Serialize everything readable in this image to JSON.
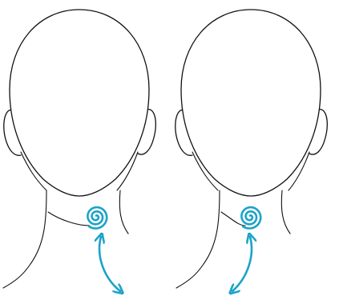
{
  "figure": {
    "panels": [
      {
        "view": "back-of-head",
        "motion": "circular-rotation",
        "arrow_direction": "down-right"
      },
      {
        "view": "back-of-head",
        "motion": "circular-rotation",
        "arrow_direction": "down-left"
      }
    ]
  },
  "colors": {
    "line": "#111111",
    "accent": "#1aa3c8",
    "background": "#ffffff"
  },
  "icons": {
    "spiral": "spiral-icon",
    "arrow": "double-headed-arrow-icon"
  }
}
